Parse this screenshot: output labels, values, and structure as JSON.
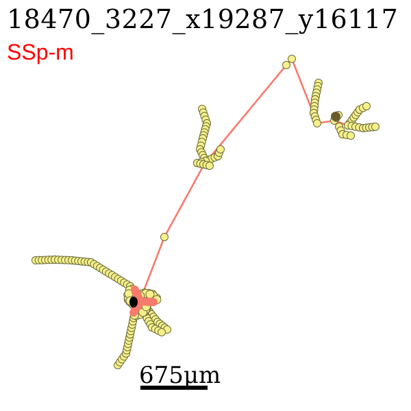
{
  "title": "18470_3227_x19287_y16117",
  "region": "SSp-m",
  "scale_label": "675μm",
  "colors": {
    "edge": "#f87a6d",
    "node_fill": "#f5f08a",
    "node_stroke": "#6b6b3a",
    "soma": "#000000",
    "title": "#000000",
    "region": "#ff0000"
  }
}
